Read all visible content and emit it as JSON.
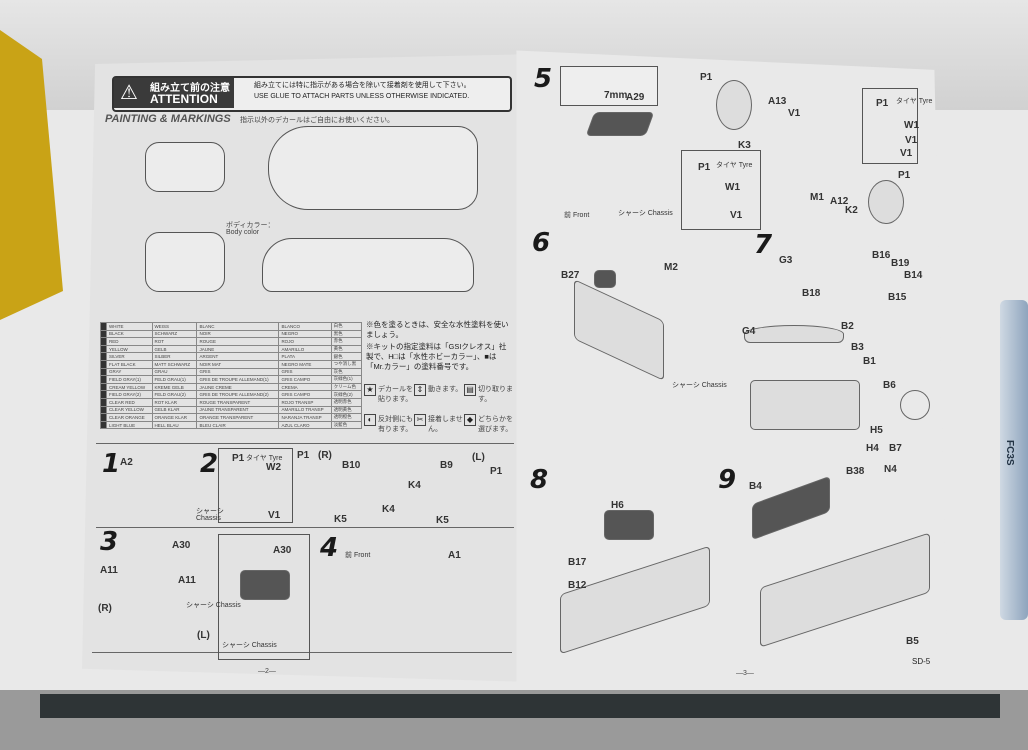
{
  "header": {
    "attention_jp": "組み立て前の注意",
    "attention_en": "ATTENTION",
    "glue_note_jp": "組み立てには特に指示がある場合を除いて接着剤を使用して下さい。",
    "glue_note_en": "USE GLUE TO ATTACH PARTS UNLESS OTHERWISE INDICATED."
  },
  "painting": {
    "title": "PAINTING & MARKINGS",
    "decal_note": "指示以外のデカールはご自由にお使いください。",
    "body_color_jp": "ボディカラー：",
    "body_color_en": "Body color",
    "paint_rows": [
      [
        "WHITE",
        "WEISS",
        "BLANC",
        "BLANCO",
        "白色"
      ],
      [
        "BLACK",
        "SCHWARZ",
        "NOIR",
        "NEGRO",
        "黒色"
      ],
      [
        "RED",
        "ROT",
        "ROUGE",
        "ROJO",
        "赤色"
      ],
      [
        "YELLOW",
        "GELB",
        "JAUNE",
        "AMARILLO",
        "黄色"
      ],
      [
        "SILVER",
        "SILBER",
        "ARGENT",
        "PLATA",
        "銀色"
      ],
      [
        "FLAT BLACK",
        "MATT SCHWARZ",
        "NOIR MAT",
        "NEGRO MATE",
        "つや消し黒"
      ],
      [
        "GRAY",
        "GRAU",
        "GRIS",
        "GRIS",
        "灰色"
      ],
      [
        "FIELD GRAY(1)",
        "FELD GRAU(1)",
        "GRIS DE TROUPE ALLEMAND(1)",
        "GRIS CAMPO",
        "灰緑色(1)"
      ],
      [
        "CREAM YELLOW",
        "KREME GELB",
        "JAUNE CREME",
        "CREMA",
        "クリーム色"
      ],
      [
        "FIELD GRAY(2)",
        "FELD GRAU(2)",
        "GRIS DE TROUPE ALLEMAND(2)",
        "GRIS CAMPO",
        "灰緑色(2)"
      ],
      [
        "CLEAR RED",
        "ROT KLAR",
        "ROUGE TRANSPARENT",
        "ROJO TRANSP",
        "透明赤色"
      ],
      [
        "CLEAR YELLOW",
        "GELB KLAR",
        "JAUNE TRANSPARENT",
        "AMARILLO TRANSP",
        "透明黄色"
      ],
      [
        "CLEAR ORANGE",
        "ORANGE KLAR",
        "ORANGE TRANSPARENT",
        "NARANJA TRANSP",
        "透明橙色"
      ],
      [
        "LIGHT BLUE",
        "HELL BLAU",
        "BLEU CLAIR",
        "AZUL CLARO",
        "淡藍色"
      ]
    ],
    "note1": "※色を塗るときは、安全な水性塗料を使いましょう。",
    "note2": "※キットの指定塗料は「GSIクレオス」社製で、H□は「水性ホビーカラー」、■は「Mr.カラー」の塗料番号です。",
    "legend": [
      "デカールを貼ります。",
      "動きます。",
      "切り取ります。",
      "反対側にも有ります。",
      "接着しません。",
      "どちらかを選びます。"
    ]
  },
  "steps": {
    "s1": {
      "num": "1",
      "labels": [
        "A2",
        "シャーシ",
        "Chassis"
      ]
    },
    "s2": {
      "num": "2",
      "labels": [
        "P1",
        "タイヤ Tyre",
        "W2",
        "V1",
        "P1",
        "(R)",
        "B10",
        "K4",
        "K4",
        "K5",
        "B9",
        "(L)",
        "P1",
        "K5"
      ]
    },
    "s3": {
      "num": "3",
      "labels": [
        "A30",
        "A11",
        "A11",
        "(R)",
        "シャーシ Chassis",
        "(L)",
        "A30",
        "シャーシ Chassis"
      ]
    },
    "s4": {
      "num": "4",
      "labels": [
        "前 Front",
        "A1"
      ]
    },
    "s5": {
      "num": "5",
      "labels": [
        "7mm",
        "A29",
        "前 Front",
        "シャーシ Chassis",
        "P1",
        "A13",
        "V1",
        "K3",
        "P1",
        "タイヤ Tyre",
        "W1",
        "V1",
        "M1",
        "A12",
        "K2",
        "P1",
        "V1",
        "P1",
        "タイヤ Tyre",
        "W1",
        "V1"
      ]
    },
    "s6": {
      "num": "6",
      "labels": [
        "B27",
        "M2",
        "シャーシ Chassis"
      ]
    },
    "s7": {
      "num": "7",
      "labels": [
        "G3",
        "B16",
        "B19",
        "B14",
        "B18",
        "B15",
        "G4",
        "B2",
        "B3",
        "B1",
        "B6",
        "H5",
        "H4",
        "B7"
      ]
    },
    "s8": {
      "num": "8",
      "labels": [
        "H6",
        "B17",
        "B12"
      ]
    },
    "s9": {
      "num": "9",
      "labels": [
        "B4",
        "B38",
        "N4",
        "B5"
      ]
    }
  },
  "footer": {
    "page_left": "—2—",
    "page_right": "—3—",
    "code": "SD-5"
  },
  "side_box_text": "FC3S"
}
